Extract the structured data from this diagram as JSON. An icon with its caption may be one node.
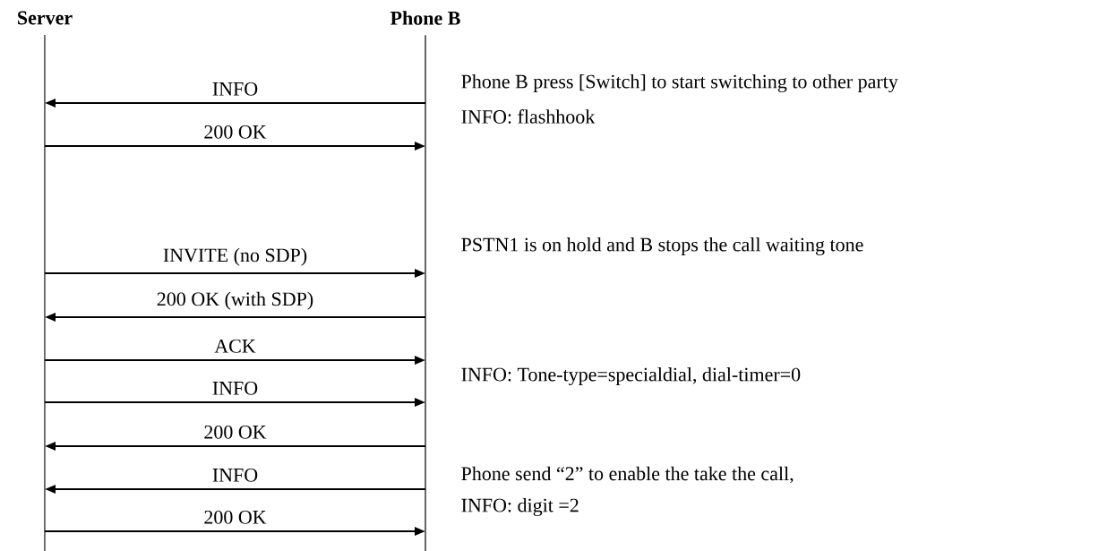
{
  "diagram": {
    "nodes": [
      {
        "text": [
          "Server"
        ]
      },
      {
        "text": [
          "Phone B"
        ]
      }
    ],
    "edges": [
      {
        "from": 1,
        "to": 0,
        "arrow": "to",
        "label": "INFO"
      },
      {
        "from": 0,
        "to": 1,
        "arrow": "to",
        "label": "200 OK"
      },
      {
        "from": 0,
        "to": 1,
        "arrow": "to",
        "label": "INVITE (no SDP)"
      },
      {
        "from": 1,
        "to": 0,
        "arrow": "to",
        "label": "200 OK (with SDP)"
      },
      {
        "from": 0,
        "to": 1,
        "arrow": "to",
        "label": "ACK"
      },
      {
        "from": 0,
        "to": 1,
        "arrow": "to",
        "label": "INFO"
      },
      {
        "from": 1,
        "to": 0,
        "arrow": "to",
        "label": "200 OK"
      },
      {
        "from": 1,
        "to": 0,
        "arrow": "to",
        "label": "INFO"
      },
      {
        "from": 0,
        "to": 1,
        "arrow": "to",
        "label": "200 OK"
      }
    ],
    "labels": [
      "Phone B press [Switch] to start switching to other party",
      "INFO: flashhook",
      "PSTN1 is on hold and B stops the call waiting tone",
      "INFO: Tone-type=specialdial, dial-timer=0",
      "Phone send “2” to enable the take the call,",
      "INFO: digit =2"
    ]
  }
}
